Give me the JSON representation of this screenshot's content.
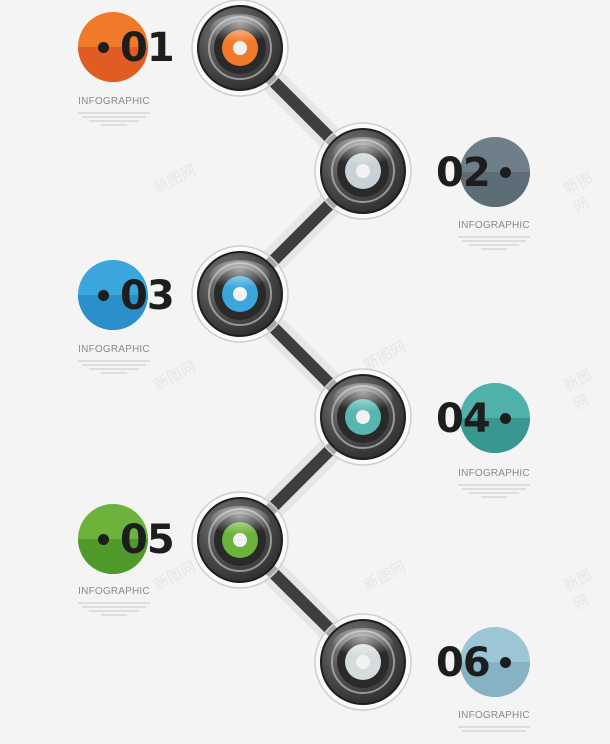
{
  "steps": [
    {
      "number": "01",
      "label": "INFOGRAPHIC",
      "color": "#f07a2a",
      "shade": "#e05c22"
    },
    {
      "number": "02",
      "label": "INFOGRAPHIC",
      "color": "#6e7f89",
      "shade": "#5c6d77"
    },
    {
      "number": "03",
      "label": "INFOGRAPHIC",
      "color": "#3aa6dc",
      "shade": "#2a8fcb"
    },
    {
      "number": "04",
      "label": "INFOGRAPHIC",
      "color": "#4fb1a9",
      "shade": "#3a978f"
    },
    {
      "number": "05",
      "label": "INFOGRAPHIC",
      "color": "#6cb33b",
      "shade": "#4f9a2a"
    },
    {
      "number": "06",
      "label": "INFOGRAPHIC",
      "color": "#9cc6d6",
      "shade": "#86b2c4"
    }
  ],
  "nodes": [
    {
      "color": "#f07a2a"
    },
    {
      "color": "#c8d2d6"
    },
    {
      "color": "#3aa6dc"
    },
    {
      "color": "#58b6b2"
    },
    {
      "color": "#6cb33b"
    },
    {
      "color": "#d6dcdd"
    }
  ],
  "watermark": "新图网"
}
